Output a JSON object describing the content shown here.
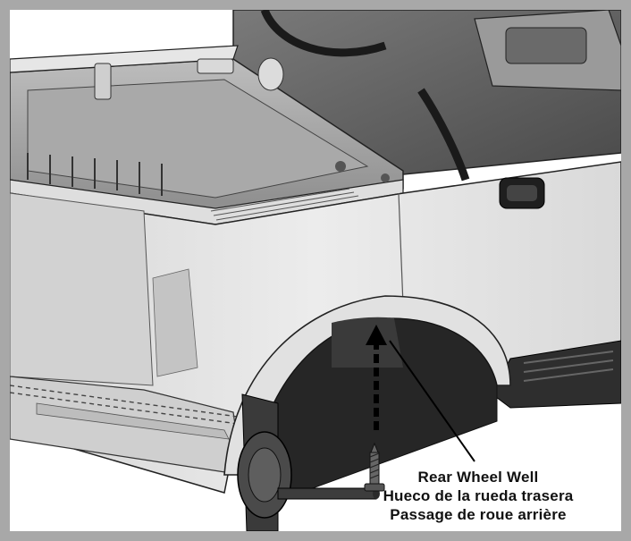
{
  "callout": {
    "line_en": "Rear Wheel Well",
    "line_es": "Hueco de la rueda trasera",
    "line_fr": "Passage de roue arrière"
  },
  "colors": {
    "border": "#a8a8a8",
    "body_light": "#e8e8e8",
    "body_mid": "#c9c9c9",
    "body_dark": "#8a8a8a",
    "shadow": "#3a3a3a"
  },
  "icons": [
    "dashed-arrow-up-icon",
    "screw-icon",
    "leader-line"
  ]
}
